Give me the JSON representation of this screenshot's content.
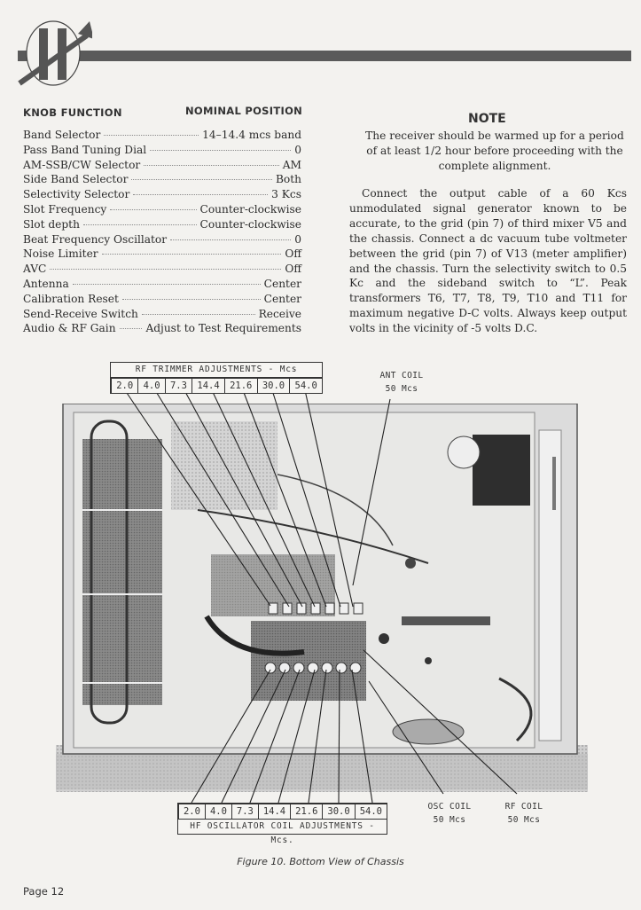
{
  "header": {
    "logo_icon": "hallicrafters-h-arrow-logo-icon"
  },
  "knob_table": {
    "column_headers": [
      "KNOB FUNCTION",
      "NOMINAL POSITION"
    ],
    "rows": [
      {
        "function": "Band Selector",
        "position": "14–14.4 mcs band"
      },
      {
        "function": "Pass Band Tuning Dial",
        "position": "0"
      },
      {
        "function": "AM-SSB/CW Selector",
        "position": "AM"
      },
      {
        "function": "Side Band Selector",
        "position": "Both"
      },
      {
        "function": "Selectivity Selector",
        "position": "3 Kcs"
      },
      {
        "function": "Slot Frequency",
        "position": "Counter-clockwise"
      },
      {
        "function": "Slot depth",
        "position": "Counter-clockwise"
      },
      {
        "function": "Beat Frequency Oscillator",
        "position": "0"
      },
      {
        "function": "Noise Limiter",
        "position": "Off"
      },
      {
        "function": "AVC",
        "position": "Off"
      },
      {
        "function": "Antenna",
        "position": "Center"
      },
      {
        "function": "Calibration Reset",
        "position": "Center"
      },
      {
        "function": "Send-Receive Switch",
        "position": "Receive"
      },
      {
        "function": "Audio & RF Gain",
        "position": "Adjust to Test Requirements"
      }
    ]
  },
  "note": {
    "title": "NOTE",
    "body": "The receiver should be warmed up for a period of at least 1/2 hour before proceeding with the complete alignment."
  },
  "instructions": "Connect the output cable of a 60 Kcs unmodulated signal generator known to be accurate, to the grid (pin 7) of third mixer V5 and the chassis. Connect a dc vacuum tube voltmeter between the grid (pin 7) of V13 (meter amplifier) and the chassis. Turn the selectivity switch to 0.5 Kc and the sideband switch to “L”. Peak transformers T6, T7, T8, T9, T10 and T11 for maximum negative D-C volts. Always keep output volts in the vicinity of -5 volts D.C.",
  "figure": {
    "rf_trimmer": {
      "title": "RF TRIMMER ADJUSTMENTS - Mcs",
      "values": [
        "2.0",
        "4.0",
        "7.3",
        "14.4",
        "21.6",
        "30.0",
        "54.0"
      ]
    },
    "hf_oscillator": {
      "title": "HF OSCILLATOR COIL ADJUSTMENTS - Mcs.",
      "values": [
        "2.0",
        "4.0",
        "7.3",
        "14.4",
        "21.6",
        "30.0",
        "54.0"
      ]
    },
    "ant_coil": {
      "name": "ANT COIL",
      "freq": "50 Mcs"
    },
    "osc_coil": {
      "name": "OSC COIL",
      "freq": "50 Mcs"
    },
    "rf_coil": {
      "name": "RF COIL",
      "freq": "50 Mcs"
    },
    "photo_subject": "chassis-bottom-view-photo",
    "caption": "Figure 10. Bottom View of Chassis"
  },
  "footer": {
    "page": "Page 12"
  }
}
